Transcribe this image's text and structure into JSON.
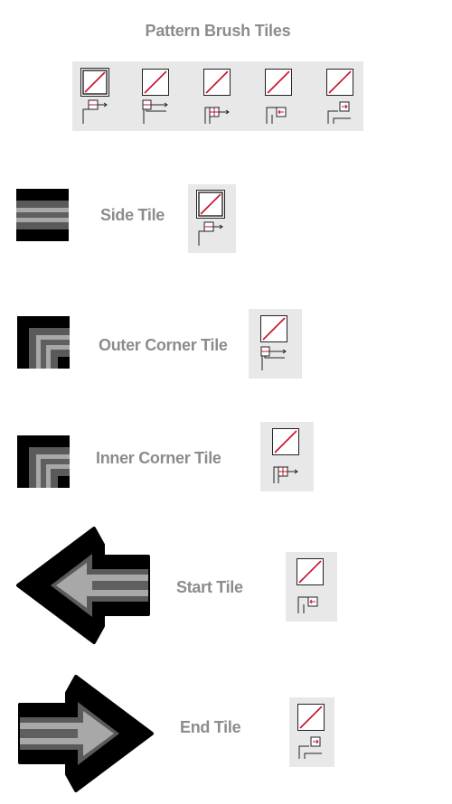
{
  "title": "Pattern Brush Tiles",
  "colors": {
    "label_gray": "#8c8c8c",
    "panel_bg": "#e8e8e8",
    "diagonal_red": "#c8102e",
    "stripe_mid": "#8a8a8a",
    "stripe_dark": "#000000"
  },
  "overview_tiles": [
    {
      "tile": "side",
      "selected": true
    },
    {
      "tile": "outer-corner",
      "selected": false
    },
    {
      "tile": "inner-corner",
      "selected": false
    },
    {
      "tile": "start",
      "selected": false
    },
    {
      "tile": "end",
      "selected": false
    }
  ],
  "rows": [
    {
      "id": "side",
      "label": "Side Tile",
      "selected": true
    },
    {
      "id": "outer-corner",
      "label": "Outer Corner Tile",
      "selected": false
    },
    {
      "id": "inner-corner",
      "label": "Inner Corner Tile",
      "selected": false
    },
    {
      "id": "start",
      "label": "Start Tile",
      "selected": false
    },
    {
      "id": "end",
      "label": "End Tile",
      "selected": false
    }
  ]
}
